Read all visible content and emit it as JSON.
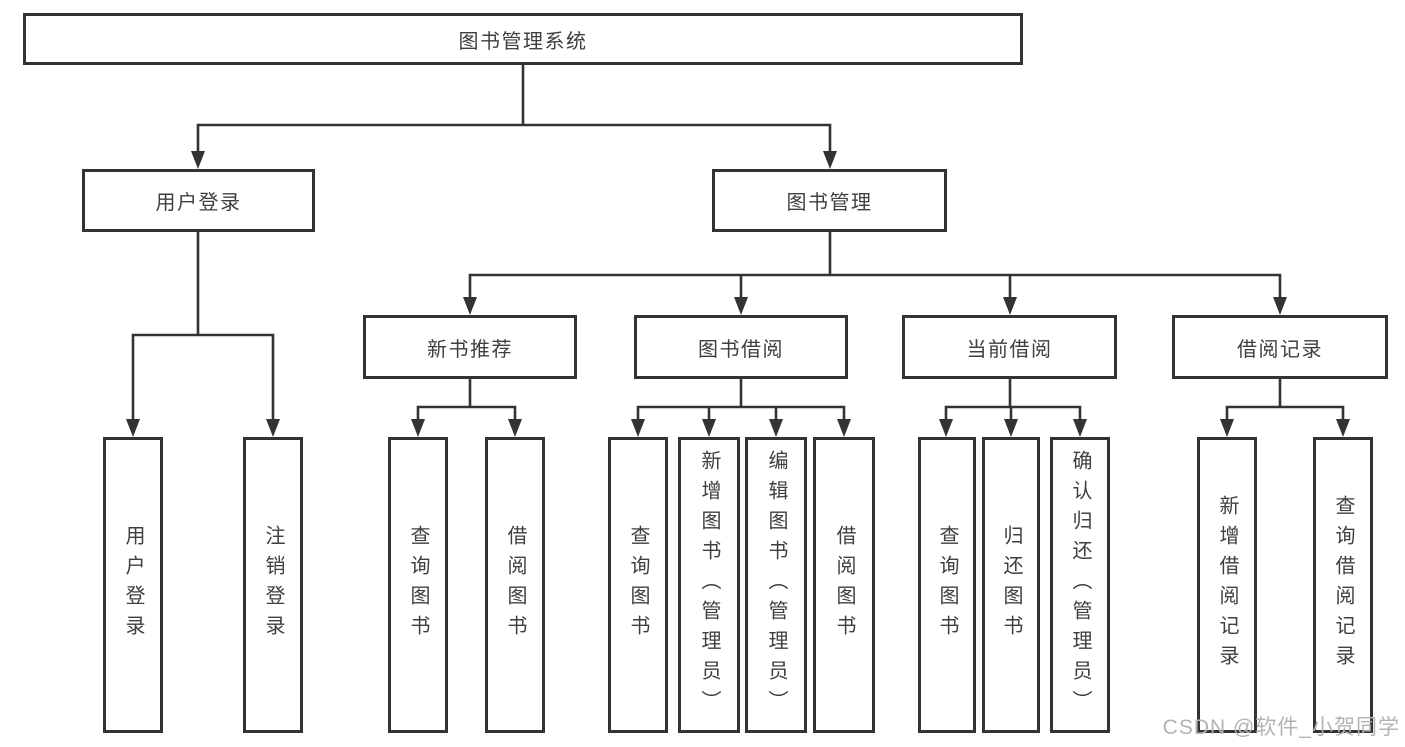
{
  "diagram_title": "图书管理系统",
  "tree": {
    "root": {
      "label": "图书管理系统"
    },
    "children": [
      {
        "label": "用户登录",
        "children": [
          {
            "label": "用户登录"
          },
          {
            "label": "注销登录"
          }
        ]
      },
      {
        "label": "图书管理",
        "children": [
          {
            "label": "新书推荐",
            "children": [
              {
                "label": "查询图书"
              },
              {
                "label": "借阅图书"
              }
            ]
          },
          {
            "label": "图书借阅",
            "children": [
              {
                "label": "查询图书"
              },
              {
                "label": "新增图书（管理员）"
              },
              {
                "label": "编辑图书（管理员）"
              },
              {
                "label": "借阅图书"
              }
            ]
          },
          {
            "label": "当前借阅",
            "children": [
              {
                "label": "查询图书"
              },
              {
                "label": "归还图书"
              },
              {
                "label": "确认归还（管理员）"
              }
            ]
          },
          {
            "label": "借阅记录",
            "children": [
              {
                "label": "新增借阅记录"
              },
              {
                "label": "查询借阅记录"
              }
            ]
          }
        ]
      }
    ]
  },
  "watermark": {
    "text": "CSDN @软件_小贺同学",
    "color": "#b3b3b3"
  },
  "colors": {
    "line": "#333333",
    "box_border": "#333333",
    "box_fill": "#ffffff",
    "text": "#3f3f3f",
    "background": "#ffffff"
  }
}
